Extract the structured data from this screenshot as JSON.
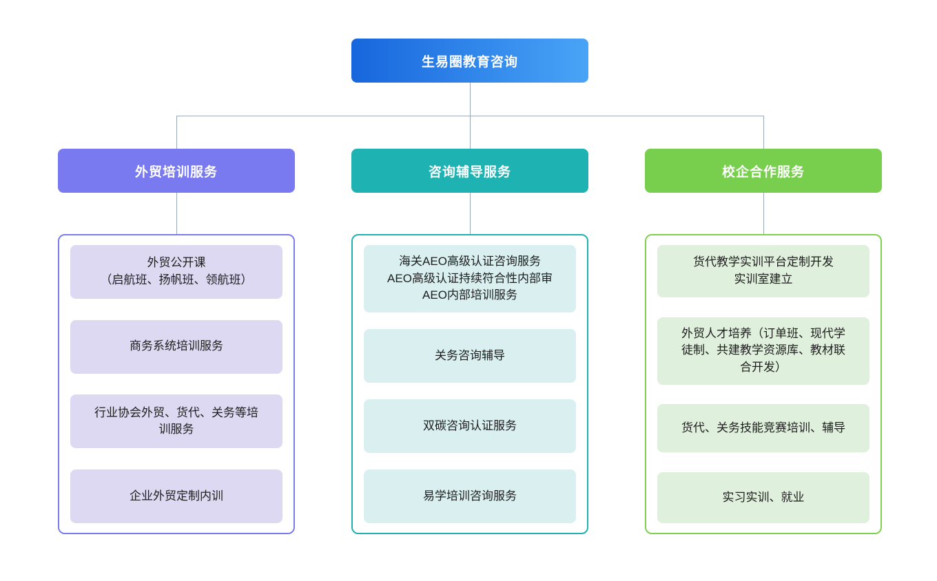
{
  "diagram": {
    "type": "org-chart",
    "orientation": "top-down",
    "root": {
      "label": "生易圈教育咨询",
      "gradient_from": "#1766dd",
      "gradient_to": "#49a4f6",
      "text_color": "#ffffff"
    },
    "connector_color": "#9aa7b8",
    "branches": [
      {
        "id": "training",
        "header_label": "外贸培训服务",
        "header_color": "#7a7af0",
        "border_color": "#7b7bf0",
        "item_bg": "#ddd9f2",
        "items": [
          {
            "lines": [
              "外贸公开课",
              "（启航班、扬帆班、领航班）"
            ]
          },
          {
            "lines": [
              "商务系统培训服务"
            ]
          },
          {
            "lines": [
              "行业协会外贸、货代、关务等培",
              "训服务"
            ]
          },
          {
            "lines": [
              "企业外贸定制内训"
            ]
          }
        ]
      },
      {
        "id": "consulting",
        "header_label": "咨询辅导服务",
        "header_color": "#1eb2b2",
        "border_color": "#1eb2b2",
        "item_bg": "#d9eff0",
        "items": [
          {
            "lines": [
              "海关AEO高级认证咨询服务",
              "AEO高级认证持续符合性内部审",
              "AEO内部培训服务"
            ]
          },
          {
            "lines": [
              "关务咨询辅导"
            ]
          },
          {
            "lines": [
              "双碳咨询认证服务"
            ]
          },
          {
            "lines": [
              "易学培训咨询服务"
            ]
          }
        ]
      },
      {
        "id": "school-enterprise",
        "header_label": "校企合作服务",
        "header_color": "#78cf4d",
        "border_color": "#7ed14e",
        "item_bg": "#dff0dc",
        "items": [
          {
            "lines": [
              "货代教学实训平台定制开发",
              "实训室建立"
            ]
          },
          {
            "lines": [
              "外贸人才培养（订单班、现代学",
              "徒制、共建教学资源库、教材联",
              "合开发）"
            ]
          },
          {
            "lines": [
              "货代、关务技能竞赛培训、辅导"
            ]
          },
          {
            "lines": [
              "实习实训、就业"
            ]
          }
        ]
      }
    ]
  }
}
